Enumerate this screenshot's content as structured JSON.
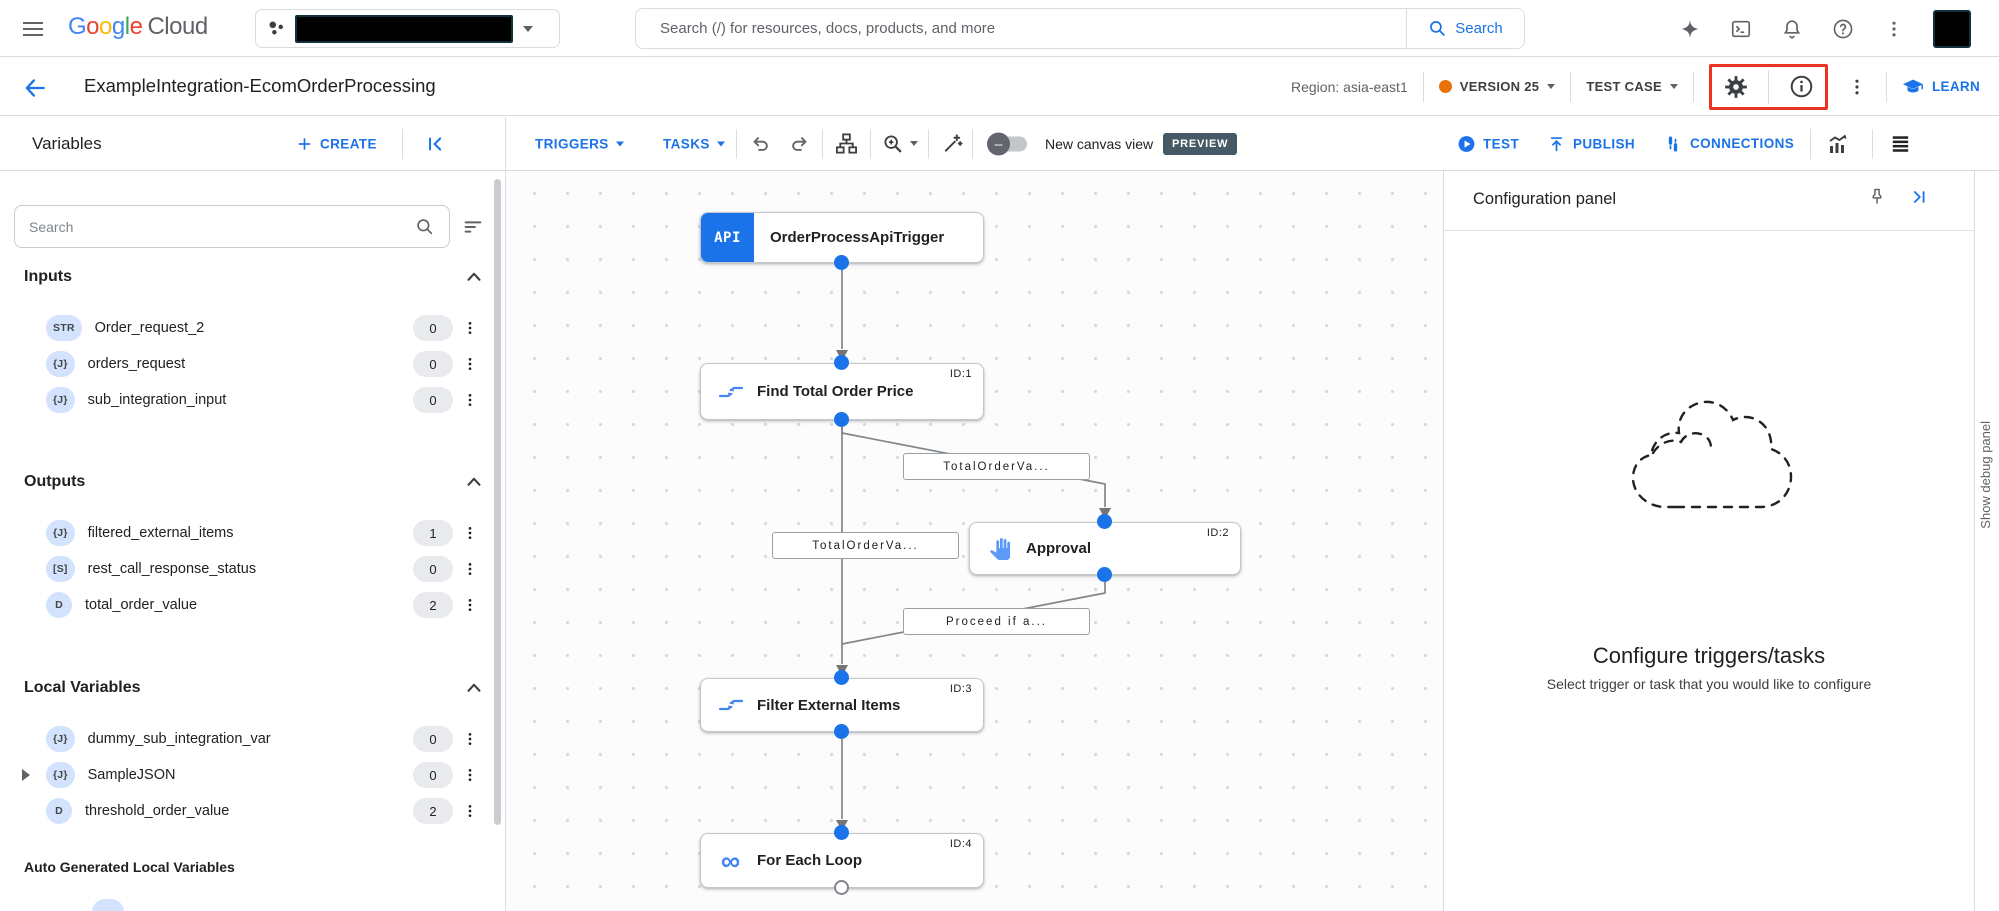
{
  "topbar": {
    "logo": {
      "letters": [
        {
          "ch": "G",
          "color": "#4285F4"
        },
        {
          "ch": "o",
          "color": "#EA4335"
        },
        {
          "ch": "o",
          "color": "#FBBC04"
        },
        {
          "ch": "g",
          "color": "#4285F4"
        },
        {
          "ch": "l",
          "color": "#34A853"
        },
        {
          "ch": "e",
          "color": "#EA4335"
        }
      ],
      "suffix": "Cloud"
    },
    "search_placeholder": "Search (/) for resources, docs, products, and more",
    "search_button": "Search"
  },
  "header": {
    "title": "ExampleIntegration-EcomOrderProcessing",
    "region": "Region: asia-east1",
    "version": "VERSION 25",
    "test_case": "TEST CASE",
    "learn": "LEARN"
  },
  "toolbar": {
    "panel_title": "Variables",
    "create": "CREATE",
    "triggers": "TRIGGERS",
    "tasks": "TASKS",
    "canvas_toggle": "New canvas view",
    "preview": "PREVIEW",
    "toggle_glyph": "–",
    "test": "TEST",
    "publish": "PUBLISH",
    "connections": "CONNECTIONS"
  },
  "sidebar": {
    "search_placeholder": "Search",
    "inputs": {
      "title": "Inputs",
      "items": [
        {
          "type": "STR",
          "label": "Order_request_2",
          "count": "0"
        },
        {
          "type": "{J}",
          "label": "orders_request",
          "count": "0"
        },
        {
          "type": "{J}",
          "label": "sub_integration_input",
          "count": "0"
        }
      ]
    },
    "outputs": {
      "title": "Outputs",
      "items": [
        {
          "type": "{J}",
          "label": "filtered_external_items",
          "count": "1"
        },
        {
          "type": "[S]",
          "label": "rest_call_response_status",
          "count": "0"
        },
        {
          "type": "D",
          "label": "total_order_value",
          "count": "2"
        }
      ]
    },
    "locals": {
      "title": "Local Variables",
      "items": [
        {
          "type": "{J}",
          "label": "dummy_sub_integration_var",
          "count": "0"
        },
        {
          "type": "{J}",
          "label": "SampleJSON",
          "count": "0"
        },
        {
          "type": "D",
          "label": "threshold_order_value",
          "count": "2"
        }
      ]
    },
    "auto_title": "Auto Generated Local Variables"
  },
  "canvas": {
    "trigger": {
      "badge": "API",
      "label": "OrderProcessApiTrigger"
    },
    "find": {
      "id": "ID:1",
      "label": "Find Total Order Price"
    },
    "approval": {
      "id": "ID:2",
      "label": "Approval"
    },
    "filter": {
      "id": "ID:3",
      "label": "Filter External Items"
    },
    "foreach": {
      "id": "ID:4",
      "label": "For Each Loop",
      "icon_glyph": "∞"
    },
    "edge_labels": {
      "top": "TotalOrderVa...",
      "left": "TotalOrderVa...",
      "proceed": "Proceed if a..."
    }
  },
  "config_panel": {
    "title": "Configuration panel",
    "heading": "Configure triggers/tasks",
    "subtext": "Select trigger or task that you would like to configure"
  },
  "debug_panel_label": "Show debug panel",
  "colors": {
    "accent": "#1a73e8",
    "version_dot": "#e8710a",
    "highlight_red": "#ea3323",
    "preview_badge_bg": "#455a64",
    "node_blue": "#1a73e8",
    "type_pill_bg": "#d3e3fd",
    "edge_gray": "#80868b"
  }
}
